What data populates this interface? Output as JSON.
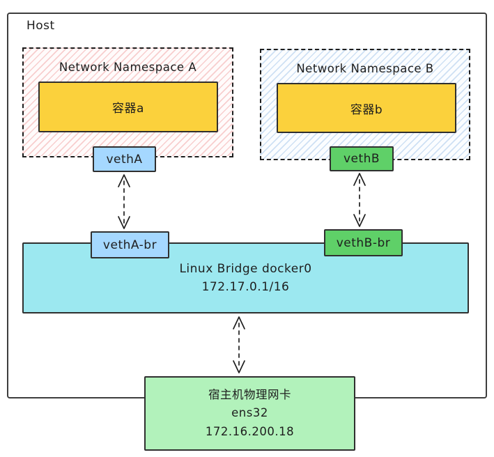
{
  "host": {
    "label": "Host"
  },
  "namespace_a": {
    "title": "Network Namespace A",
    "container_label": "容器a",
    "veth_label": "vethA",
    "veth_br_label": "vethA-br"
  },
  "namespace_b": {
    "title": "Network Namespace B",
    "container_label": "容器b",
    "veth_label": "vethB",
    "veth_br_label": "vethB-br"
  },
  "bridge": {
    "name": "Linux Bridge docker0",
    "ip": "172.17.0.1/16"
  },
  "physical_nic": {
    "name": "宿主机物理网卡",
    "interface": "ens32",
    "ip": "172.16.200.18"
  },
  "colors": {
    "container_fill": "#fbd13c",
    "veth_a_fill": "#a5d8ff",
    "veth_b_fill": "#5fd068",
    "bridge_fill": "#9ce8f0",
    "nic_fill": "#b2f2bb",
    "namespace_a_hatch": "#eb8282",
    "namespace_b_hatch": "#82afe1",
    "stroke": "#2f2f2f"
  }
}
